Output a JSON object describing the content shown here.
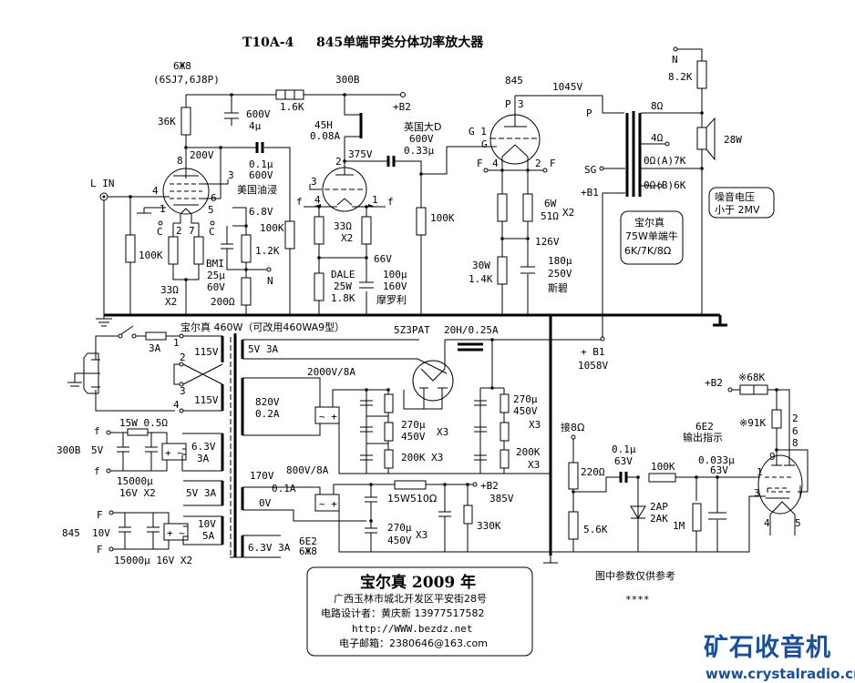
{
  "title": {
    "model": "T10A-4",
    "name": "845单端甲类分体功率放大器"
  },
  "stage1": {
    "tube": "6Ж8",
    "tube_alt": "(6SJ7,6J8P)",
    "r_plate": "36K",
    "cap_supply": [
      "600V",
      "4μ"
    ],
    "v_plate": "200V",
    "coupling_cap": [
      "0.1μ",
      "600V",
      "美国油浸"
    ],
    "input_label": "L IN",
    "r_grid": "100K",
    "pins": {
      "p8": "8",
      "p4": "4",
      "p3": "3",
      "p6": "6",
      "p1": "1",
      "p5": "5",
      "p2": "2",
      "p7": "7"
    },
    "heater_c1": "C",
    "heater_c2": "C",
    "heater_r": [
      "33Ω",
      "X2"
    ],
    "v_cathode": "6.8V",
    "r_cathode": "1.2K",
    "cap_cathode": [
      "BMI",
      "25μ",
      "60V"
    ],
    "r_fb": "200Ω",
    "fb_node": "N"
  },
  "stage2": {
    "tube": "300B",
    "r_dropping": "1.6K",
    "b2_label": "+B2",
    "choke": [
      "45H",
      "0.08A"
    ],
    "v_plate": "375V",
    "coupling_cap": [
      "英国大D",
      "600V",
      "0.33μ"
    ],
    "pins": {
      "p2": "2",
      "p3": "3",
      "p4": "4",
      "p1": "1"
    },
    "f1": "f",
    "f2": "f",
    "r_grid": "100K",
    "heater_r": [
      "33Ω",
      "X2"
    ],
    "v_cathode": "66V",
    "r_cathode": [
      "DALE",
      "25W",
      "1.8K"
    ],
    "cap_cathode": [
      "100μ",
      "160V",
      "摩罗利"
    ]
  },
  "stage3": {
    "tube": "845",
    "v_plate": "1045V",
    "pins": {
      "p": "P",
      "p3": "3",
      "g1": "G 1",
      "g": "G",
      "f4": "F",
      "n4": "4",
      "n2": "2",
      "f2": "F"
    },
    "r_grid": "100K",
    "heater_r": [
      "6W",
      "51Ω",
      "X2"
    ],
    "v_cathode": "126V",
    "r_cathode": [
      "30W",
      "1.4K"
    ],
    "cap_cathode": [
      "180μ",
      "250V",
      "斯碧"
    ]
  },
  "output": {
    "fb_node": "N",
    "r_fb": "8.2K",
    "p_label": "P",
    "sg_label": "SG",
    "b1_label": "+B1",
    "taps": [
      "8Ω",
      "4Ω",
      "0Ω(A)7K",
      "0Ω(B)6K"
    ],
    "speaker": "28W",
    "transformer_box": [
      "宝尔真",
      "75W单端牛",
      "6K/7K/8Ω"
    ],
    "noise_box": [
      "噪音电压",
      "小于 2MV"
    ]
  },
  "psu": {
    "transformer_title": "宝尔真 460W（可改用460WA9型）",
    "fuse": "3A",
    "primary_pins": [
      "1",
      "2",
      "3",
      "4"
    ],
    "primary_v": [
      "115V",
      "115V"
    ],
    "w_5v3a": "5V 3A",
    "hv_winding": [
      "820V",
      "0.2A"
    ],
    "bridge1": "2000V/8A",
    "rectifier": "5Z3PAT",
    "choke": "20H/0.25A",
    "caps1": [
      "270μ",
      "450V",
      "X3"
    ],
    "res1": "200K X3",
    "caps2": [
      "270μ",
      "450V",
      "X3"
    ],
    "res2": [
      "200K",
      "X3"
    ],
    "b1": [
      "+ B1",
      "1058V"
    ],
    "fil300b": {
      "tube": "300B",
      "v": "5V",
      "r": "15W 0.5Ω",
      "f": "f",
      "caps": [
        "15000μ",
        "16V X2"
      ],
      "winding": [
        "6.3V",
        "3A"
      ]
    },
    "w_5v3a_b": "5V 3A",
    "fil845": {
      "tube": "845",
      "v": "10V",
      "f": "F",
      "caps": "15000μ 16V X2",
      "winding": [
        "10V",
        "5A"
      ]
    },
    "b2_winding": [
      "170V",
      "0.1A",
      "0V"
    ],
    "bridge2": "800V/8A",
    "r_b2": "15W510Ω",
    "caps3": [
      "270μ",
      "450V",
      "X3"
    ],
    "b2": [
      "+B2",
      "385V"
    ],
    "r_bleed": "330K",
    "w_63v": "6.3V 3A",
    "w_63v_tubes": [
      "6E2",
      "6Ж8"
    ]
  },
  "indicator": {
    "b2": "+B2",
    "r1": "※68K",
    "r2": "※91K",
    "pins_right": [
      "2",
      "6",
      "8"
    ],
    "pin9": "9",
    "pin1": "1",
    "pin3": "3",
    "pin4": "4",
    "pin5": "5",
    "tube": [
      "6E2",
      "输出指示"
    ],
    "tap": "接8Ω",
    "r_top": "220Ω",
    "r_bot": "5.6K",
    "cap1": [
      "0.1μ",
      "63V"
    ],
    "r_series": "100K",
    "diode": [
      "2AP",
      "2AK"
    ],
    "r_load": "1M",
    "cap2": [
      "0.033μ",
      "63V"
    ]
  },
  "notes": {
    "ref": "图中参数仅供参考",
    "stars": "****"
  },
  "credits": {
    "brand_year": "宝尔真  2009 年",
    "address": "广西玉林市城北开发区平安街28号",
    "designer": "电路设计者：黄庆新   13977517582",
    "web": "http://WWW.bezdz.net",
    "email": "电子邮箱：2380646@163.com"
  },
  "watermark": {
    "name": "矿石收音机",
    "url": "www.crystalradio.cn",
    "color": "#1a4f9c"
  }
}
